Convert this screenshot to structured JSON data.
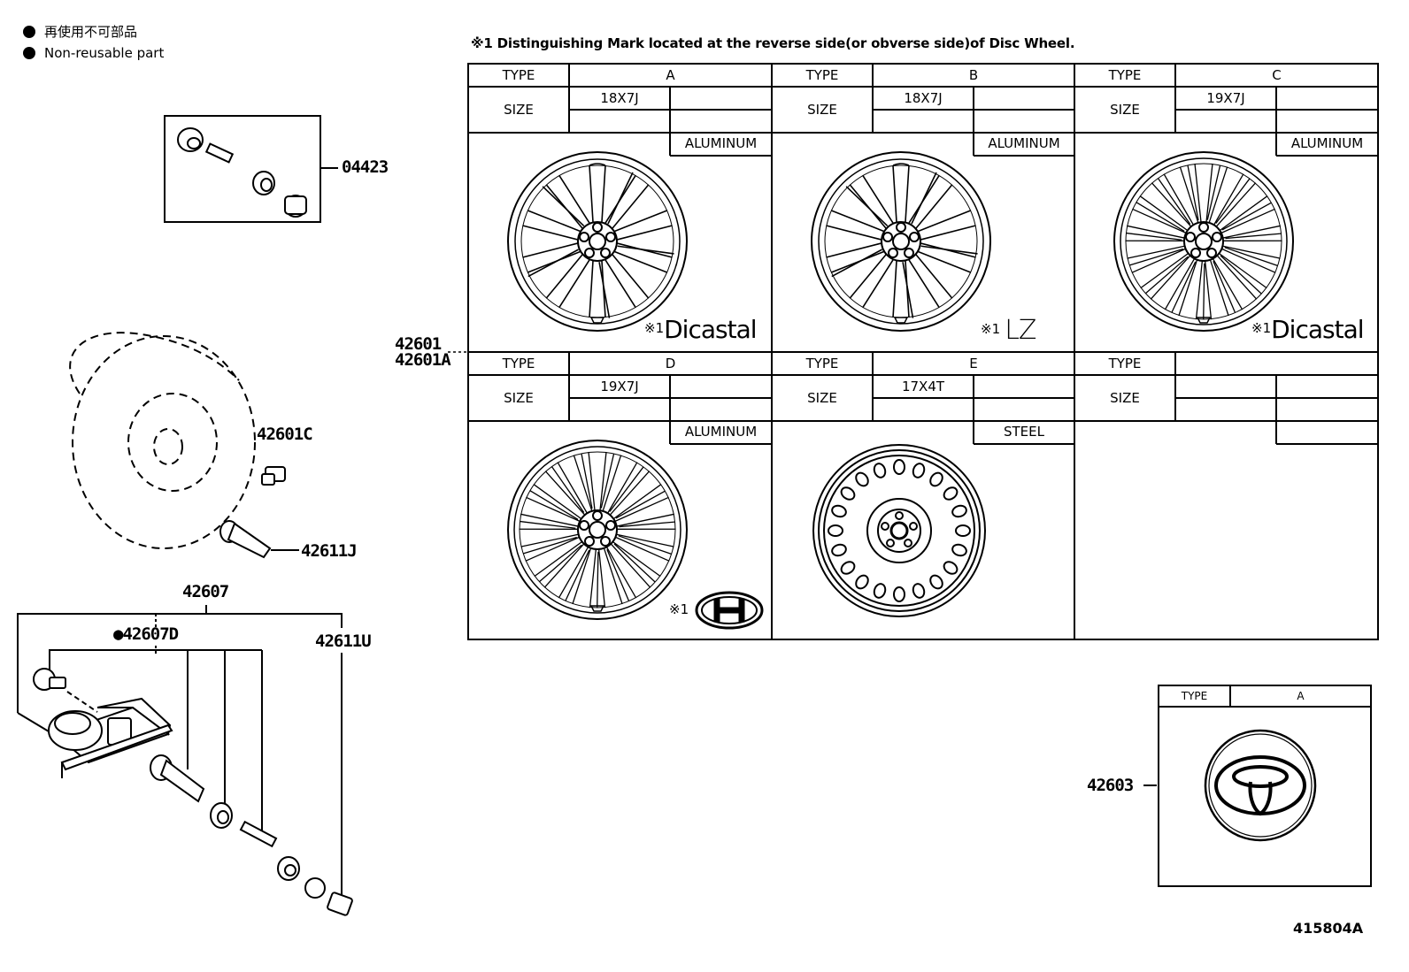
{
  "legend": [
    {
      "text": "再使用不可部品"
    },
    {
      "text": "Non-reusable part"
    }
  ],
  "note": "※1 Distinguishing Mark located at the reverse side(or obverse side)of Disc Wheel.",
  "part_numbers": {
    "valve_kit": "04423",
    "wheel_main": "42601",
    "wheel_alt": "42601A",
    "nut": "42601C",
    "valve": "42611J",
    "sensor_assy": "42607",
    "sensor_sub": "●42607D",
    "valve_cap": "42611U",
    "center_cap": "42603"
  },
  "table": {
    "type_label": "TYPE",
    "size_label": "SIZE",
    "cells": [
      {
        "type": "A",
        "size": "18X7J",
        "material": "ALUMINUM",
        "mark_prefix": "※1",
        "mark": "Dicastal"
      },
      {
        "type": "B",
        "size": "18X7J",
        "material": "ALUMINUM",
        "mark_prefix": "※1",
        "mark": "LZ"
      },
      {
        "type": "C",
        "size": "19X7J",
        "material": "ALUMINUM",
        "mark_prefix": "※1",
        "mark": "Dicastal"
      },
      {
        "type": "D",
        "size": "19X7J",
        "material": "ALUMINUM",
        "mark_prefix": "※1",
        "mark": "H"
      },
      {
        "type": "E",
        "size": "17X4T",
        "material": "STEEL",
        "mark_prefix": "",
        "mark": ""
      },
      {
        "type": "",
        "size": "",
        "material": "",
        "mark_prefix": "",
        "mark": ""
      }
    ]
  },
  "cap_table": {
    "type_label": "TYPE",
    "type": "A"
  },
  "reference": "415804A"
}
